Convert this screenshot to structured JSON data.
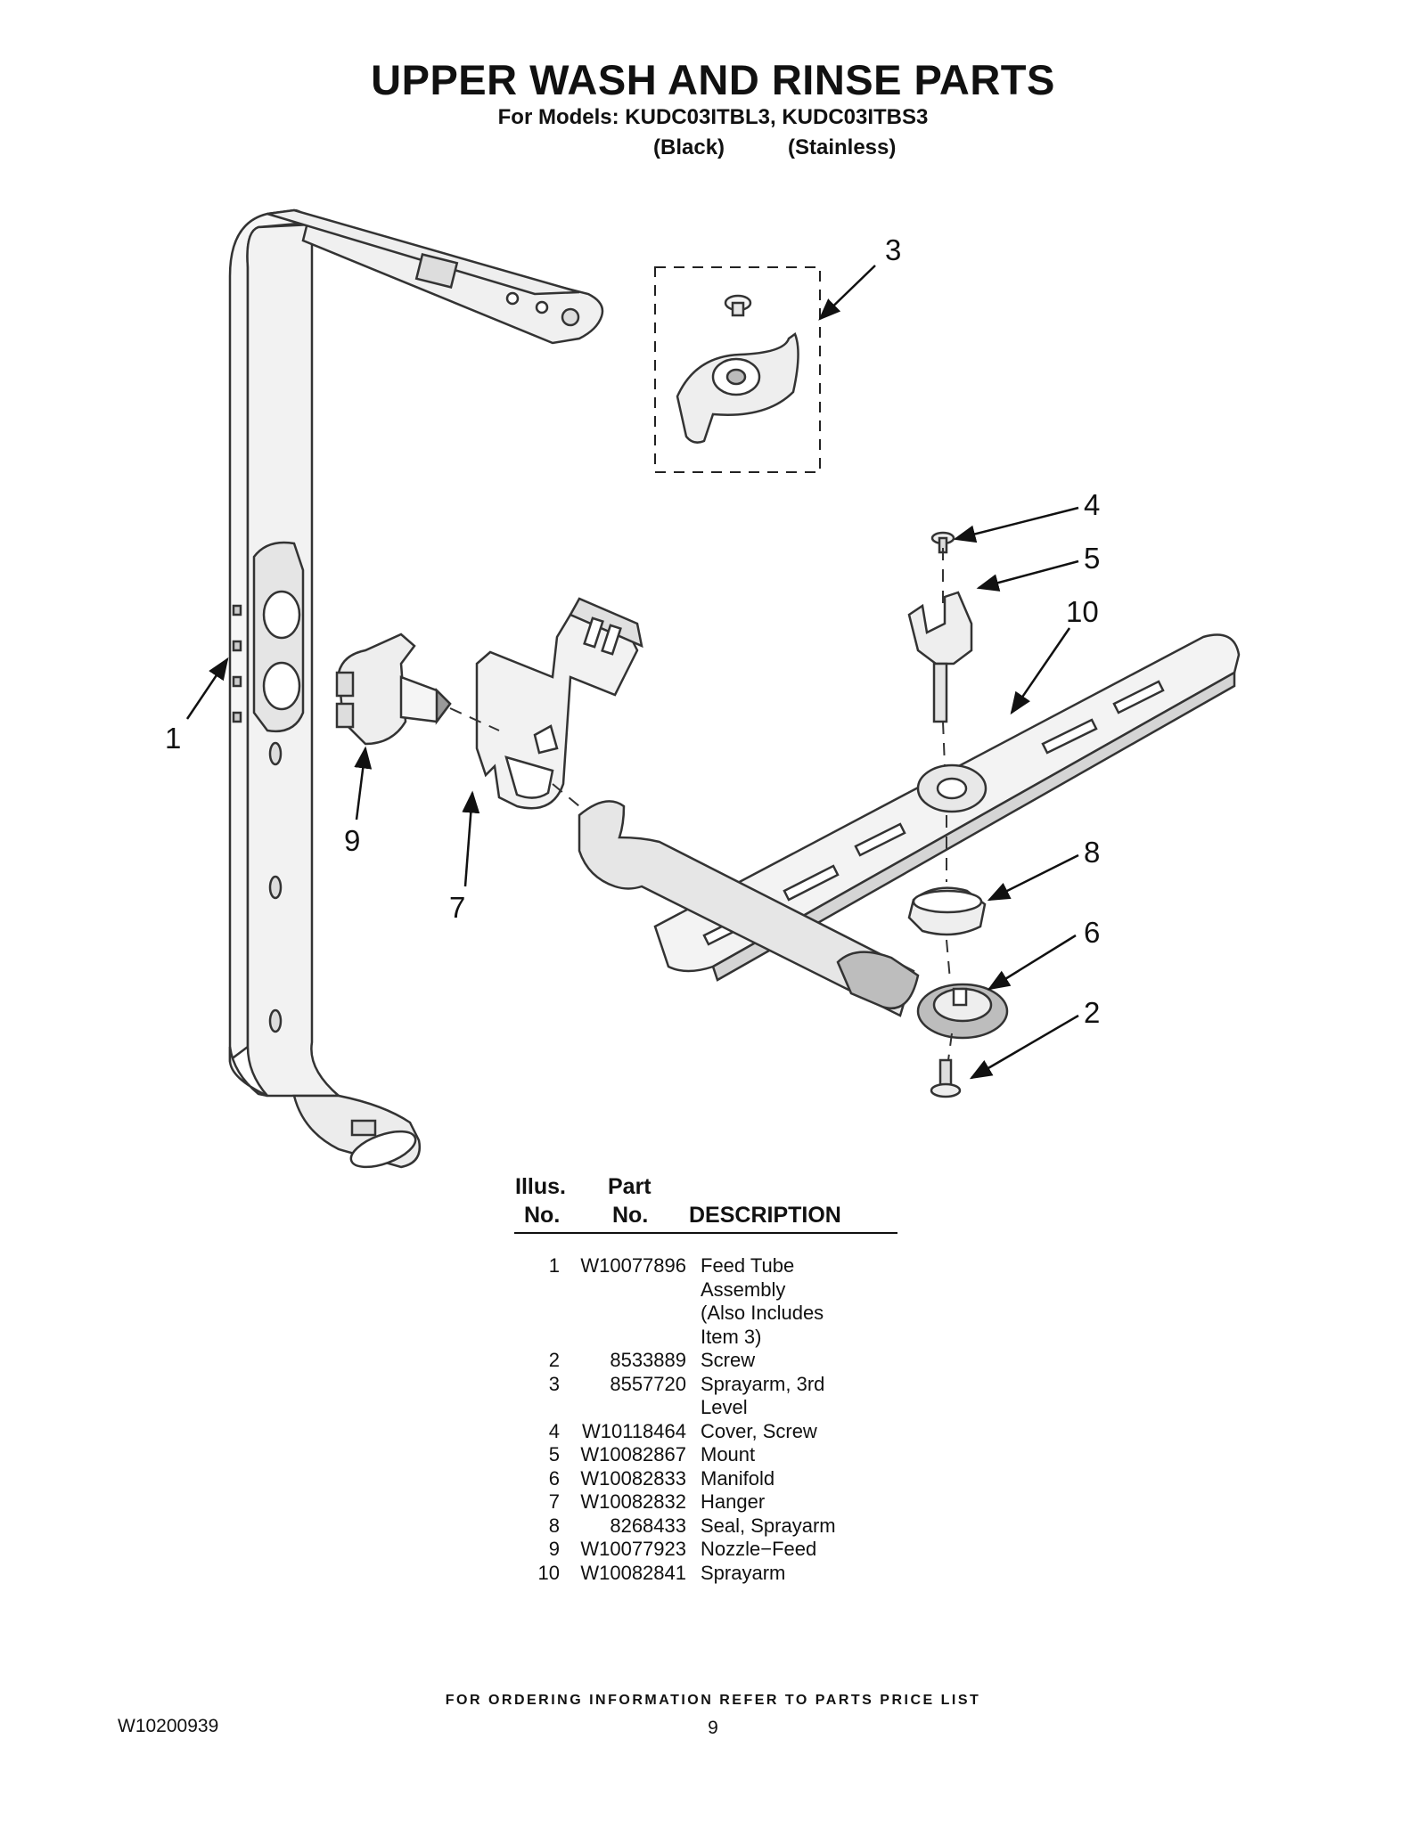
{
  "header": {
    "title": "UPPER WASH AND RINSE PARTS",
    "models": "For Models: KUDC03ITBL3, KUDC03ITBS3",
    "variant_black": "(Black)",
    "variant_stainless": "(Stainless)"
  },
  "callouts": [
    "1",
    "2",
    "3",
    "4",
    "5",
    "6",
    "7",
    "8",
    "9",
    "10"
  ],
  "table": {
    "headers": {
      "illus_top": "Illus.",
      "illus_bottom": "No.",
      "part_top": "Part",
      "part_bottom": "No.",
      "description": "DESCRIPTION"
    },
    "rows": [
      {
        "no": "1",
        "part": "W10077896",
        "desc": "Feed Tube\nAssembly\n(Also Includes\nItem 3)"
      },
      {
        "no": "2",
        "part": "8533889",
        "desc": "Screw"
      },
      {
        "no": "3",
        "part": "8557720",
        "desc": "Sprayarm, 3rd\nLevel"
      },
      {
        "no": "4",
        "part": "W10118464",
        "desc": "Cover, Screw"
      },
      {
        "no": "5",
        "part": "W10082867",
        "desc": "Mount"
      },
      {
        "no": "6",
        "part": "W10082833",
        "desc": "Manifold"
      },
      {
        "no": "7",
        "part": "W10082832",
        "desc": "Hanger"
      },
      {
        "no": "8",
        "part": "8268433",
        "desc": "Seal, Sprayarm"
      },
      {
        "no": "9",
        "part": "W10077923",
        "desc": "Nozzle−Feed"
      },
      {
        "no": "10",
        "part": "W10082841",
        "desc": "Sprayarm"
      }
    ]
  },
  "footer": {
    "ordering_note": "FOR ORDERING INFORMATION REFER TO PARTS PRICE LIST",
    "doc_number": "W10200939",
    "page": "9"
  }
}
